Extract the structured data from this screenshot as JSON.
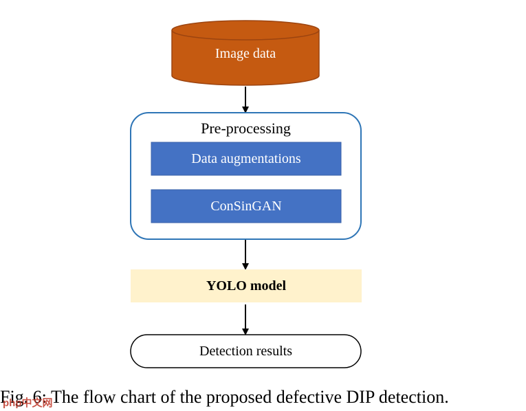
{
  "nodes": {
    "image_data": "Image data",
    "preprocessing_title": "Pre-processing",
    "data_augmentations": "Data augmentations",
    "consingan": "ConSinGAN",
    "yolo_model": "YOLO model",
    "detection_results": "Detection results"
  },
  "caption": "Fig. 6: The flow chart of the proposed defective DIP detection.",
  "watermark": "php中文网",
  "colors": {
    "cylinder": "#c55a11",
    "preproc_border": "#2e75b6",
    "inner_box": "#4472c4",
    "yolo_bg": "#fff2cc",
    "arrow": "#000000"
  }
}
